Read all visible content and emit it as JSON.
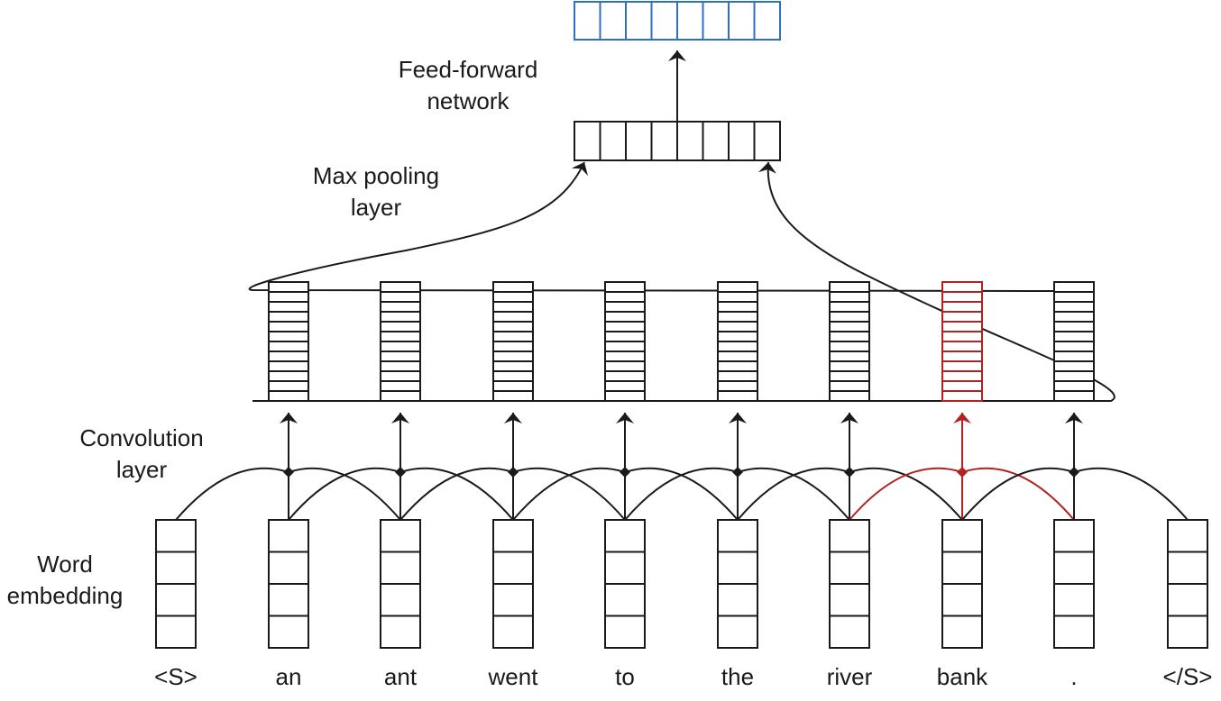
{
  "labels": {
    "feed_forward_line1": "Feed-forward",
    "feed_forward_line2": "network",
    "max_pooling_line1": "Max pooling",
    "max_pooling_line2": "layer",
    "convolution_line1": "Convolution",
    "convolution_line2": "layer",
    "word_embedding_line1": "Word",
    "word_embedding_line2": "embedding"
  },
  "tokens": [
    "<S>",
    "an",
    "ant",
    "went",
    "to",
    "the",
    "river",
    "bank",
    ".",
    "</S>"
  ],
  "highlight": {
    "conv_column": 6,
    "color": "#b22222"
  },
  "colors": {
    "ink": "#1a1a1a",
    "output_vector": "#2f6fc4",
    "highlight": "#b22222"
  }
}
